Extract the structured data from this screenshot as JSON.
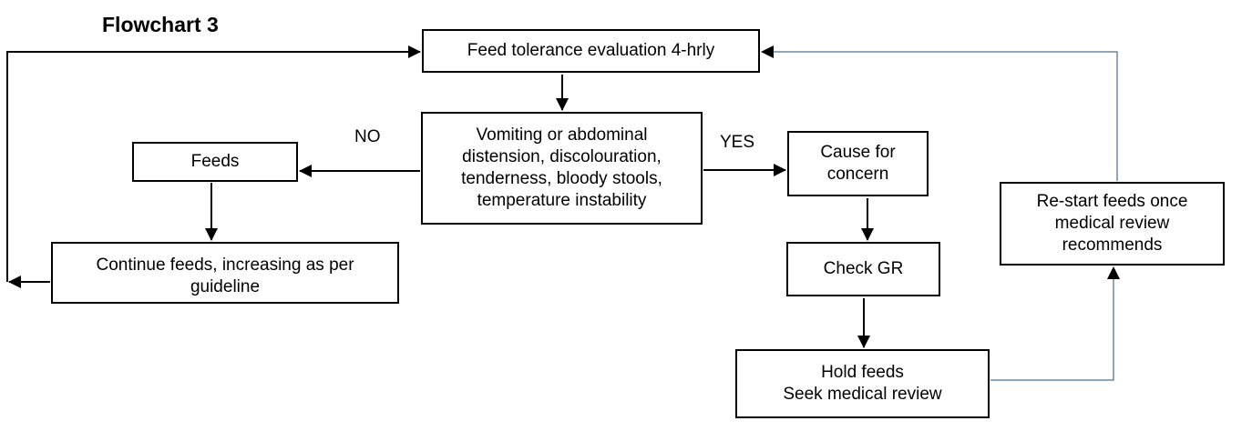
{
  "title": "Flowchart 3",
  "nodes": {
    "evaluation": "Feed tolerance evaluation 4-hrly",
    "symptoms": "Vomiting or abdominal\ndistension, discolouration,\ntenderness, bloody stools,\ntemperature instability",
    "feeds": "Feeds",
    "continue_feeds": "Continue feeds, increasing as per\nguideline",
    "cause_for_concern": "Cause for\nconcern",
    "check_gr": "Check GR",
    "hold_feeds": "Hold feeds\nSeek medical review",
    "restart_feeds": "Re-start feeds once\nmedical review\nrecommends"
  },
  "edge_labels": {
    "no": "NO",
    "yes": "YES"
  },
  "colors": {
    "line": "#000000",
    "thin_line": "#1f4e79"
  }
}
